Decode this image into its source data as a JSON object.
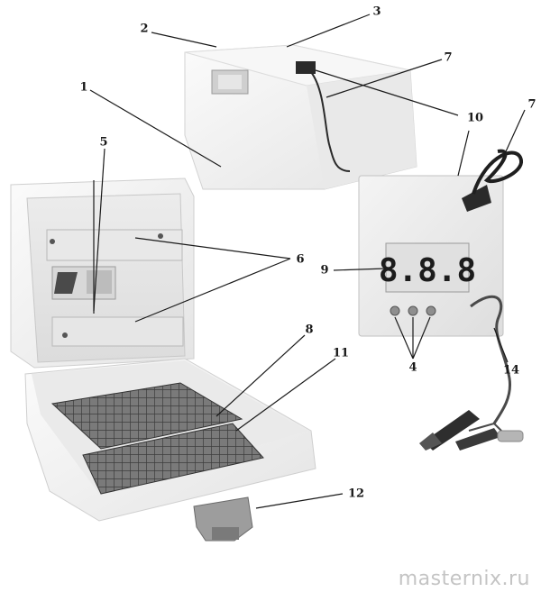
{
  "callouts": {
    "c1": "1",
    "c2": "2",
    "c3": "3",
    "c4": "4",
    "c5": "5",
    "c6": "6",
    "c7a": "7",
    "c7b": "7",
    "c8": "8",
    "c9": "9",
    "c10": "10",
    "c11": "11",
    "c12": "12",
    "c14": "14"
  },
  "display": {
    "digits": "8.8.8"
  },
  "watermark": "masternix.ru",
  "colors": {
    "line": "#1a1a1a",
    "display_digit": "#1c1c1c",
    "background": "#ffffff"
  }
}
